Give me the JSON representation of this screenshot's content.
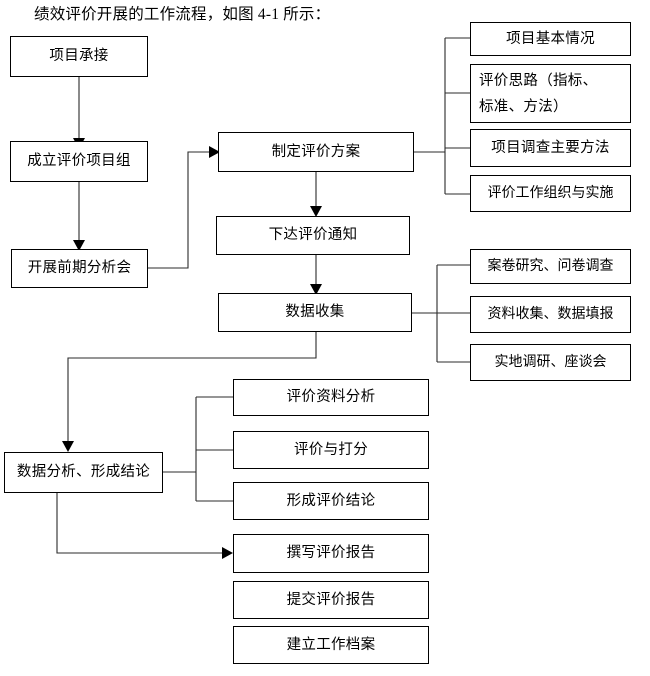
{
  "caption": "绩效评价开展的工作流程，如图 4-1 所示：",
  "diagram": {
    "type": "flowchart",
    "main_flow": {
      "left_column": [
        {
          "id": "n1",
          "label": "项目承接"
        },
        {
          "id": "n2",
          "label": "成立评价项目组"
        },
        {
          "id": "n3",
          "label": "开展前期分析会"
        }
      ],
      "middle_column": [
        {
          "id": "n4",
          "label": "制定评价方案"
        },
        {
          "id": "n5",
          "label": "下达评价通知"
        },
        {
          "id": "n6",
          "label": "数据收集"
        }
      ],
      "analysis_node": {
        "id": "n7",
        "label": "数据分析、形成结论"
      }
    },
    "plan_details": [
      {
        "id": "d1",
        "label": "项目基本情况"
      },
      {
        "id": "d2",
        "label": "评价思路（指标、",
        "label2": "标准、方法）"
      },
      {
        "id": "d3",
        "label": "项目调查主要方法"
      },
      {
        "id": "d4",
        "label": "评价工作组织与实施"
      }
    ],
    "collection_details": [
      {
        "id": "c1",
        "label": "案卷研究、问卷调查"
      },
      {
        "id": "c2",
        "label": "资料收集、数据填报"
      },
      {
        "id": "c3",
        "label": "实地调研、座谈会"
      }
    ],
    "analysis_details": [
      {
        "id": "a1",
        "label": "评价资料分析"
      },
      {
        "id": "a2",
        "label": "评价与打分"
      },
      {
        "id": "a3",
        "label": "形成评价结论"
      }
    ],
    "report_steps": [
      {
        "id": "r1",
        "label": "撰写评价报告"
      },
      {
        "id": "r2",
        "label": "提交评价报告"
      },
      {
        "id": "r3",
        "label": "建立工作档案"
      }
    ],
    "colors": {
      "line": "#2b2b2b",
      "border": "#000000",
      "background": "#ffffff",
      "text": "#000000"
    }
  }
}
